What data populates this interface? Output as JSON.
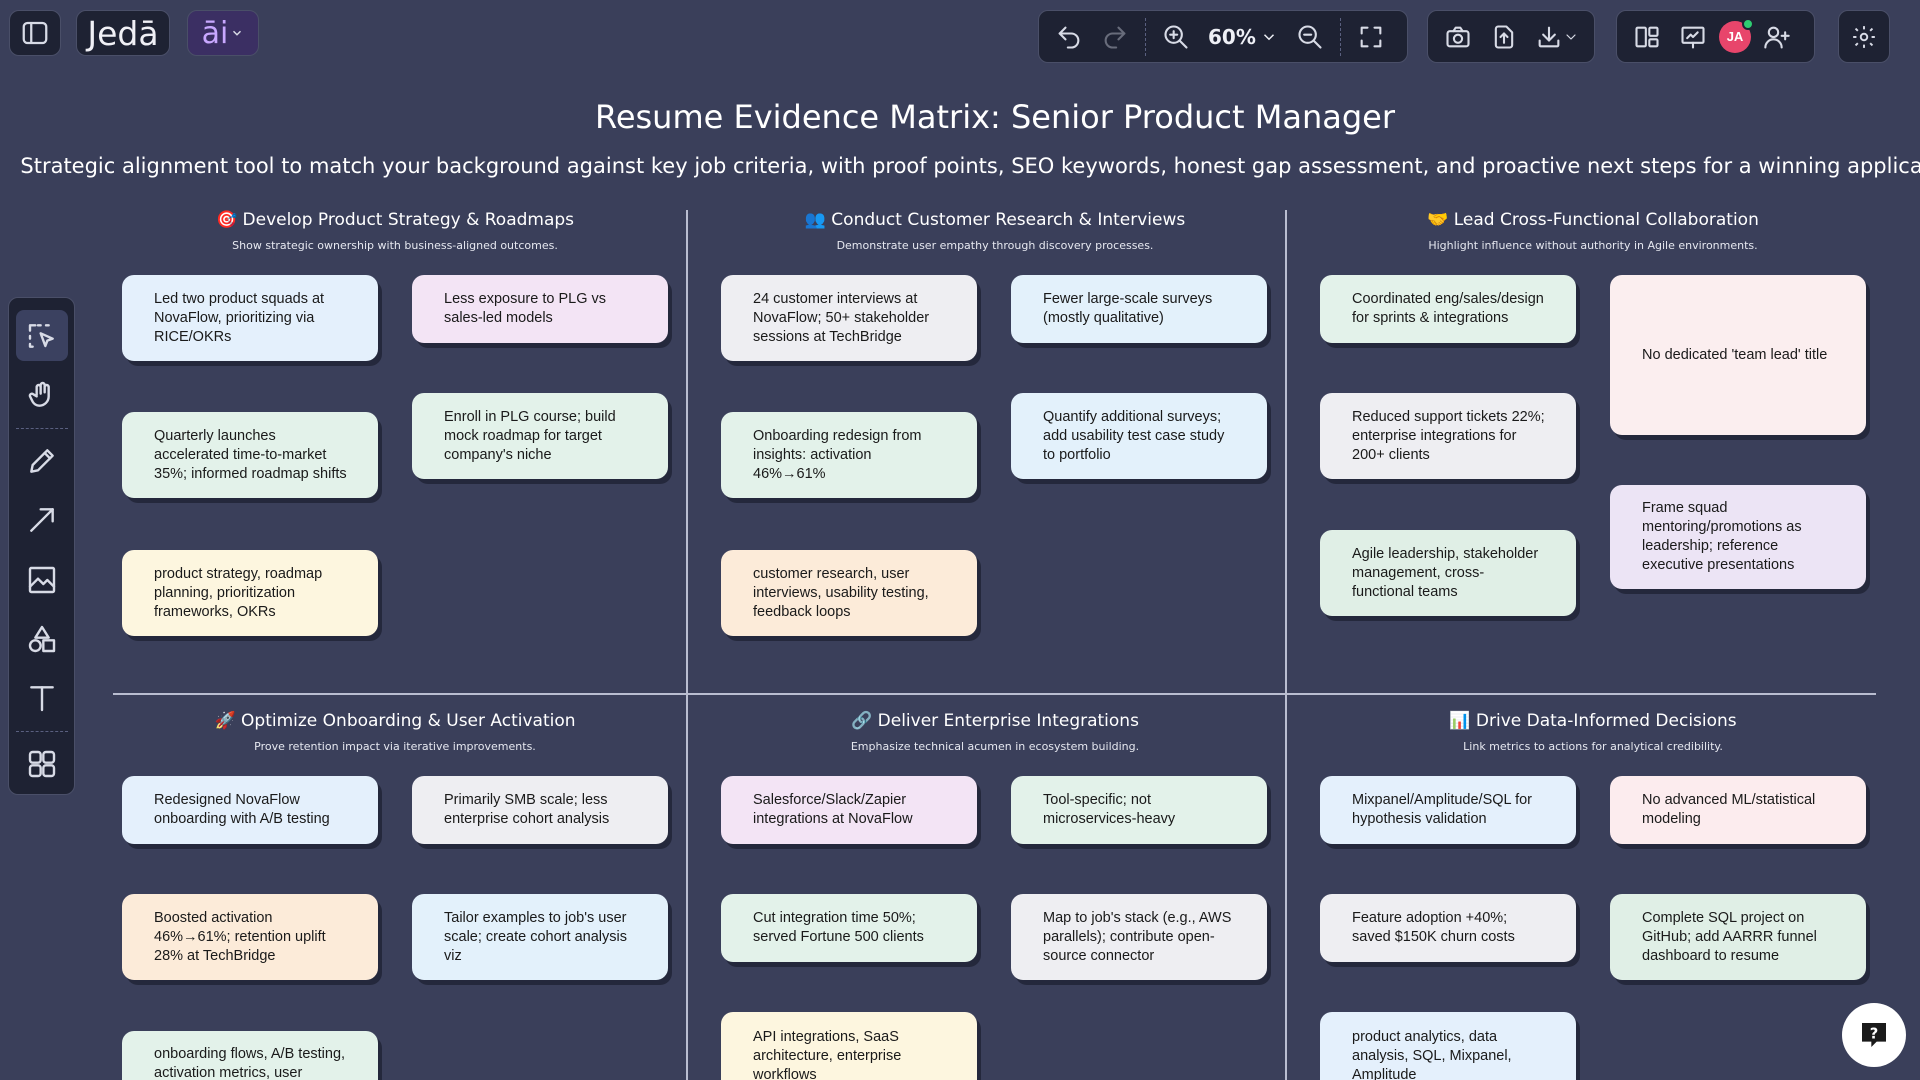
{
  "toolbar": {
    "logo_text": "Jedā",
    "ai_text": "āi",
    "zoom_level": "60%",
    "avatar_initials": "JA"
  },
  "board": {
    "title": "Resume Evidence Matrix: Senior Product Manager",
    "subtitle": "Strategic alignment tool to match your background against key job criteria, with proof points, SEO keywords, honest gap assessment, and proactive next steps for a winning application."
  },
  "sections": [
    {
      "emoji": "🎯",
      "title": "Develop Product Strategy & Roadmaps",
      "subtitle": "Show strategic ownership with business-aligned outcomes.",
      "cards": [
        "Led two product squads at NovaFlow, prioritizing via RICE/OKRs",
        "Less exposure to PLG vs sales-led models",
        "Quarterly launches accelerated time-to-market 35%; informed roadmap shifts",
        "Enroll in PLG course; build mock roadmap for target company's niche",
        "product strategy, roadmap planning, prioritization frameworks, OKRs"
      ]
    },
    {
      "emoji": "👥",
      "title": "Conduct Customer Research & Interviews",
      "subtitle": "Demonstrate user empathy through discovery processes.",
      "cards": [
        "24 customer interviews at NovaFlow; 50+ stakeholder sessions at TechBridge",
        "Fewer large-scale surveys (mostly qualitative)",
        "Onboarding redesign from insights: activation 46%→61%",
        "Quantify additional surveys; add usability test case study to portfolio",
        "customer research, user interviews, usability testing, feedback loops"
      ]
    },
    {
      "emoji": "🤝",
      "title": "Lead Cross-Functional Collaboration",
      "subtitle": "Highlight influence without authority in Agile environments.",
      "cards": [
        "Coordinated eng/sales/design for sprints & integrations",
        "No dedicated 'team lead' title",
        "Reduced support tickets 22%; enterprise integrations for 200+ clients",
        "Frame squad mentoring/promotions as leadership; reference executive presentations",
        "Agile leadership, stakeholder management, cross-functional teams"
      ]
    },
    {
      "emoji": "🚀",
      "title": "Optimize Onboarding & User Activation",
      "subtitle": "Prove retention impact via iterative improvements.",
      "cards": [
        "Redesigned NovaFlow onboarding with A/B testing",
        "Primarily SMB scale; less enterprise cohort analysis",
        "Boosted activation 46%→61%; retention uplift 28% at TechBridge",
        "Tailor examples to job's user scale; create cohort analysis viz",
        "onboarding flows, A/B testing, activation metrics, user"
      ]
    },
    {
      "emoji": "🔗",
      "title": "Deliver Enterprise Integrations",
      "subtitle": "Emphasize technical acumen in ecosystem building.",
      "cards": [
        "Salesforce/Slack/Zapier integrations at NovaFlow",
        "Tool-specific; not microservices-heavy",
        "Cut integration time 50%; served Fortune 500 clients",
        "Map to job's stack (e.g., AWS parallels); contribute open-source connector",
        "API integrations, SaaS architecture, enterprise workflows"
      ]
    },
    {
      "emoji": "📊",
      "title": "Drive Data-Informed Decisions",
      "subtitle": "Link metrics to actions for analytical credibility.",
      "cards": [
        "Mixpanel/Amplitude/SQL for hypothesis validation",
        "No advanced ML/statistical modeling",
        "Feature adoption +40%; saved $150K churn costs",
        "Complete SQL project on GitHub; add AARRR funnel dashboard to resume",
        "product analytics, data analysis, SQL, Mixpanel, Amplitude"
      ]
    }
  ]
}
